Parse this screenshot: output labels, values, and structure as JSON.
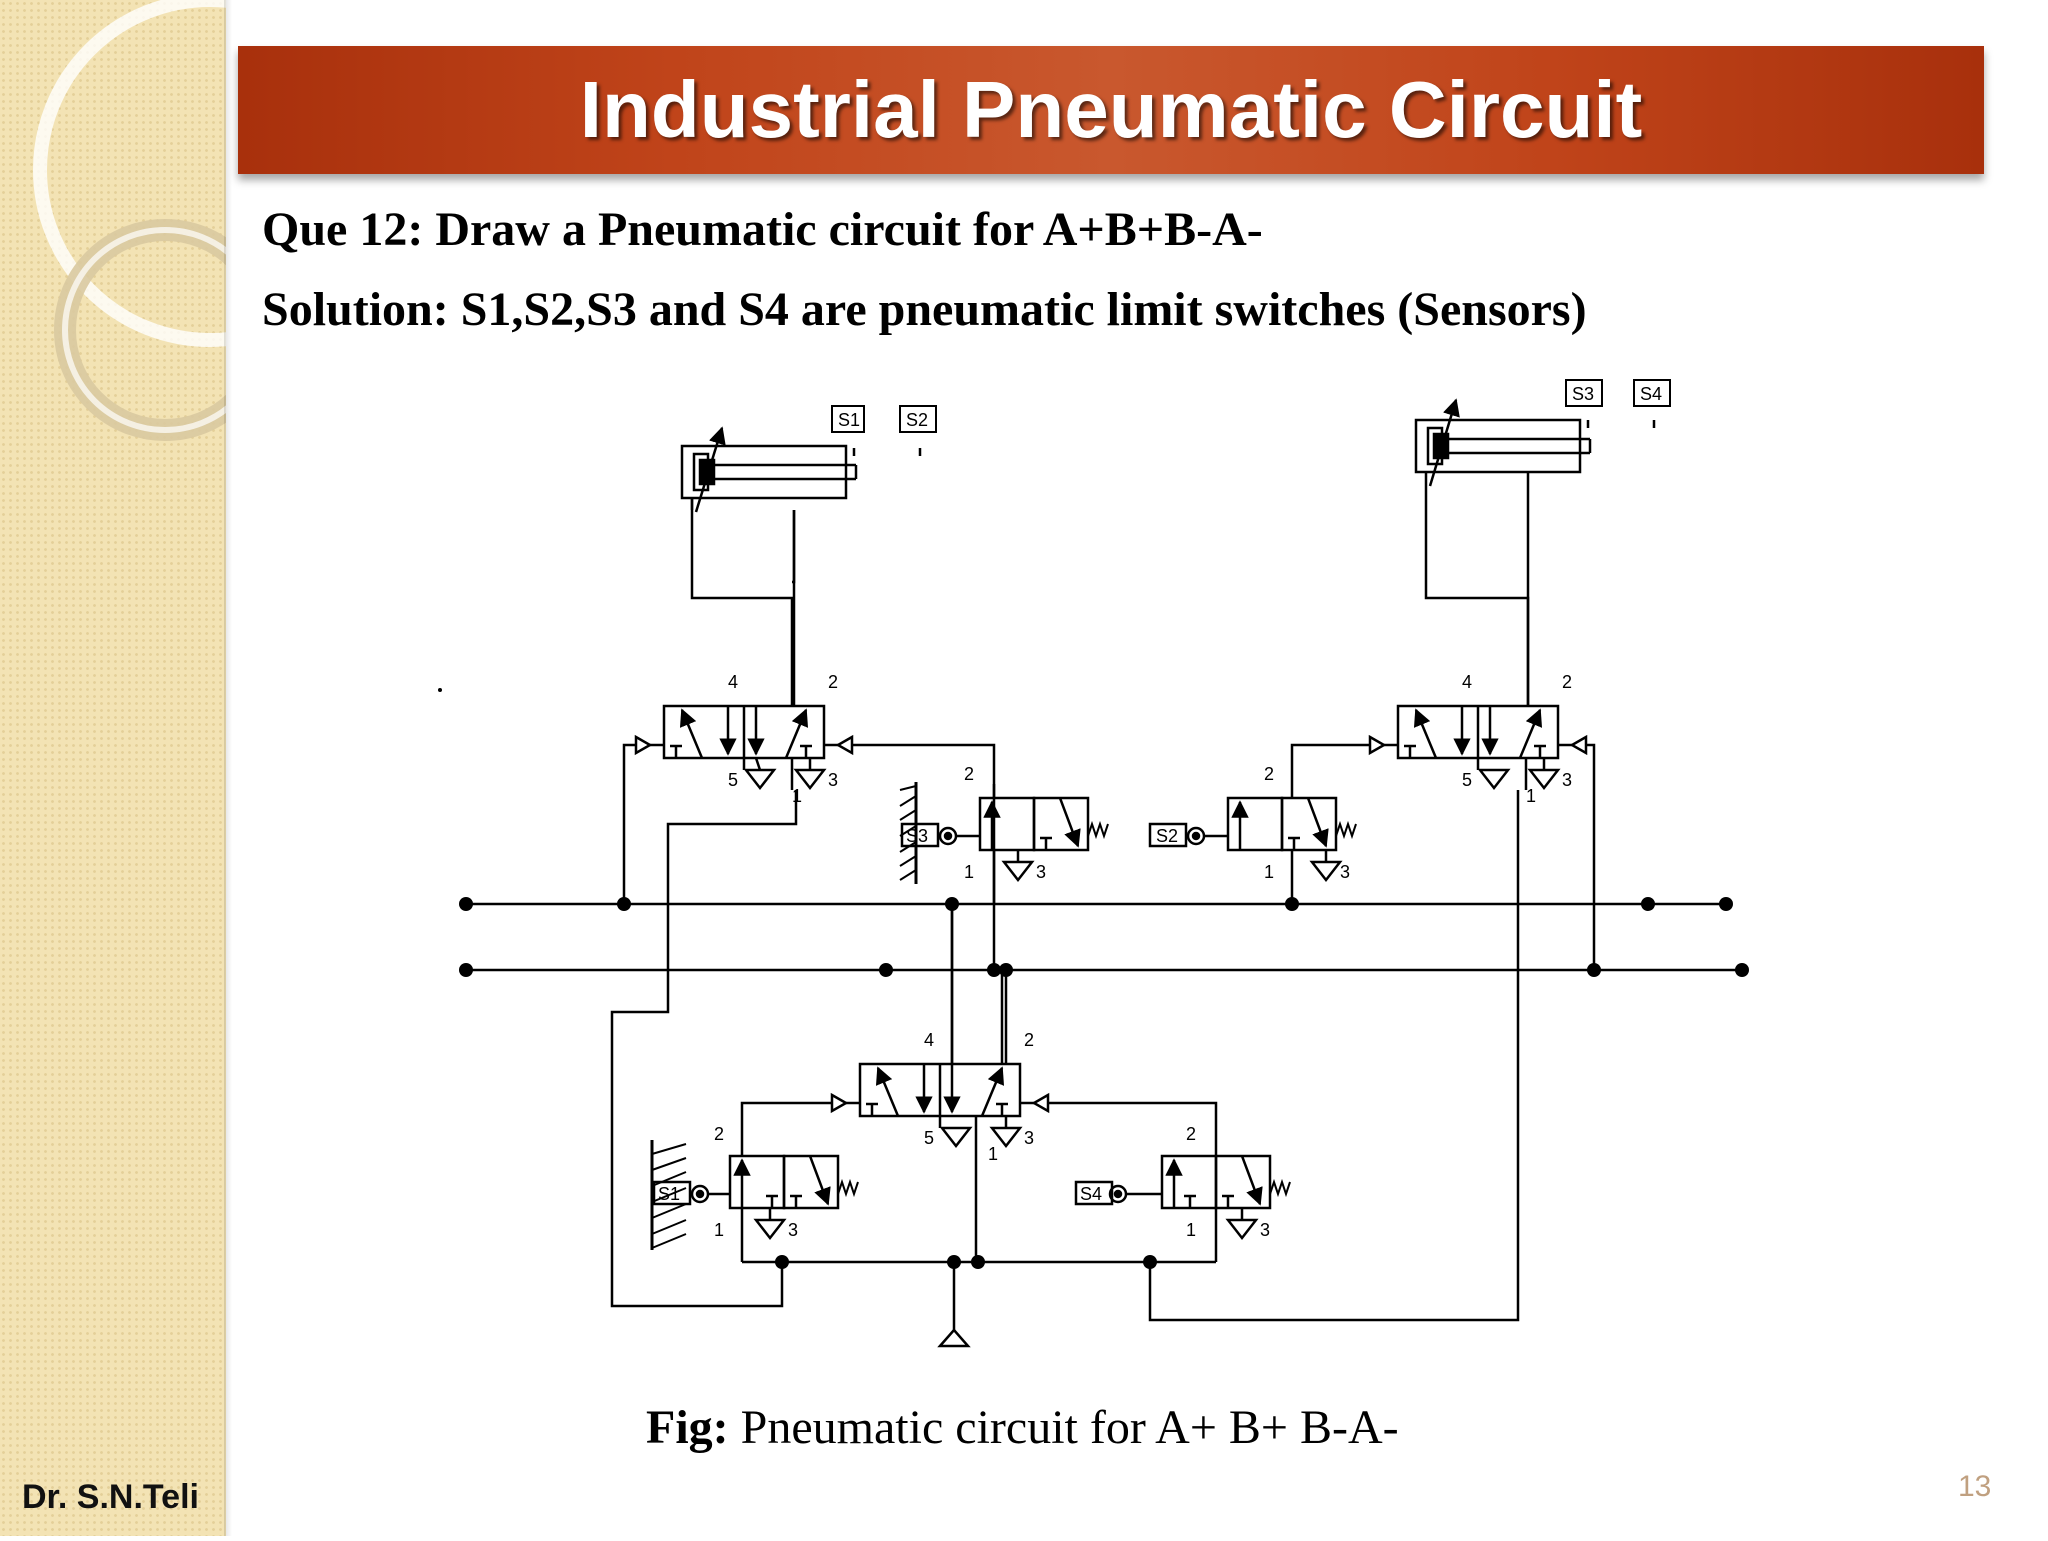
{
  "slide": {
    "title": "Industrial Pneumatic Circuit",
    "question": "Que 12: Draw  a  Pneumatic circuit  for A+B+B-A-",
    "solution": "Solution: S1,S2,S3 and S4 are pneumatic limit switches (Sensors)",
    "caption_bold": "Fig:",
    "caption_text": " Pneumatic circuit  for A+ B+ B-A-",
    "author": "Dr. S.N.Teli",
    "page_number": "13"
  },
  "diagram": {
    "sensor_labels": [
      "S1",
      "S2",
      "S3",
      "S4"
    ],
    "port_labels": {
      "p1": "1",
      "p2": "2",
      "p3": "3",
      "p4": "4",
      "p5": "5"
    }
  },
  "colors": {
    "title_bar": "#b8401a",
    "sidebar": "#f3e3b4",
    "text": "#000000"
  }
}
